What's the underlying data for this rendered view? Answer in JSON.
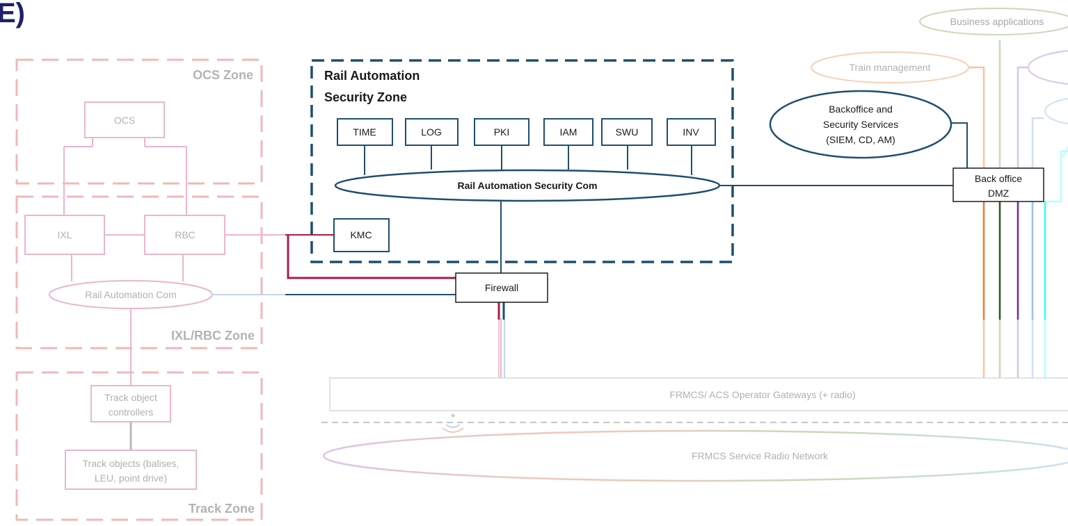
{
  "title_fragment": "E)",
  "zones": {
    "ocs": "OCS Zone",
    "ixl_rbc": "IXL/RBC Zone",
    "track": "Track Zone",
    "rail_automation_line1": "Rail Automation",
    "rail_automation_line2": "Security Zone"
  },
  "nodes": {
    "ocs": "OCS",
    "ixl": "IXL",
    "rbc": "RBC",
    "rail_automation_com": "Rail Automation Com",
    "track_object_controllers_line1": "Track object",
    "track_object_controllers_line2": "controllers",
    "track_objects_line1": "Track objects (balises,",
    "track_objects_line2": "LEU, point drive)",
    "time": "TIME",
    "log": "LOG",
    "pki": "PKI",
    "iam": "IAM",
    "swu": "SWU",
    "inv": "INV",
    "ra_security_com": "Rail Automation Security Com",
    "kmc": "KMC",
    "firewall": "Firewall",
    "backoffice_line1": "Backoffice and",
    "backoffice_line2": "Security Services",
    "backoffice_line3": "(SIEM, CD, AM)",
    "back_office_dmz_line1": "Back office",
    "back_office_dmz_line2": "DMZ",
    "business_applications": "Business applications",
    "train_management": "Train management",
    "frmcs_gateways": "FRMCS/ ACS Operator Gateways (+ radio)",
    "frmcs_radio_network": "FRMCS Service Radio Network"
  },
  "colors": {
    "dark_blue": "#1f4e6e",
    "pink_faded": "#e8b6ce",
    "zone_pink": "#f0b8b8",
    "crimson": "#a61c4f",
    "orange": "#ed7d31",
    "dark_green": "#375623",
    "purple": "#7030a0",
    "light_blue": "#9dc3e6",
    "cyan": "#33ffff",
    "title_navy": "#1f1f6b"
  }
}
